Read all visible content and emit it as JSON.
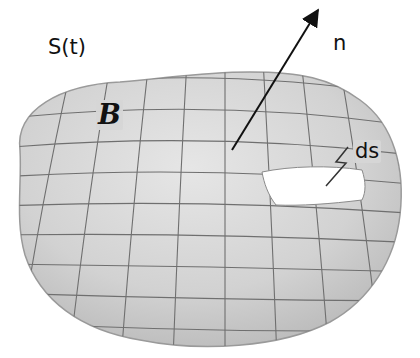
{
  "diagram": {
    "labels": [
      "S(t)",
      "B",
      "n",
      "ds"
    ]
  }
}
